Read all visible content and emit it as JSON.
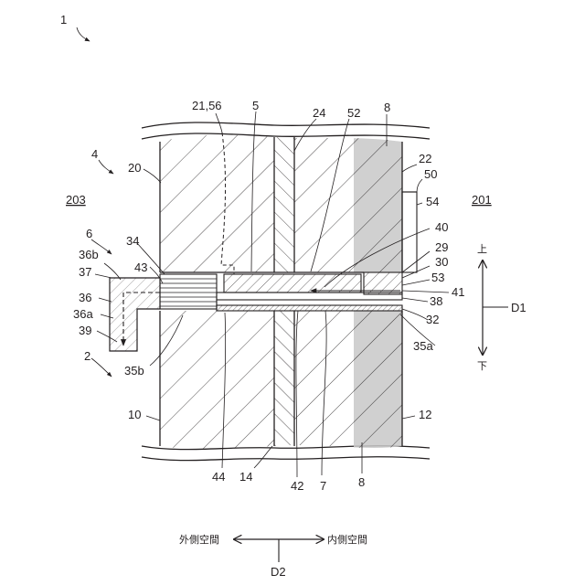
{
  "labels": {
    "fig": "1",
    "l_21_56": "21,56",
    "l_5": "5",
    "l_24": "24",
    "l_52": "52",
    "l_8_top": "8",
    "l_4": "4",
    "l_20": "20",
    "l_22": "22",
    "l_50": "50",
    "l_203": "203",
    "l_54": "54",
    "l_201": "201",
    "l_40": "40",
    "l_6": "6",
    "l_34": "34",
    "l_29": "29",
    "l_36b": "36b",
    "l_43": "43",
    "l_30": "30",
    "l_37": "37",
    "l_53": "53",
    "l_41": "41",
    "l_36": "36",
    "l_38": "38",
    "l_d1": "D1",
    "l_36a": "36a",
    "l_32": "32",
    "l_39": "39",
    "l_35a": "35a",
    "l_2": "2",
    "l_35b": "35b",
    "l_10": "10",
    "l_12": "12",
    "l_44": "44",
    "l_14": "14",
    "l_42": "42",
    "l_7": "7",
    "l_8_bottom": "8",
    "l_d2": "D2",
    "up": "上",
    "down": "下",
    "outer_space": "外側空間",
    "inner_space": "内側空間"
  }
}
